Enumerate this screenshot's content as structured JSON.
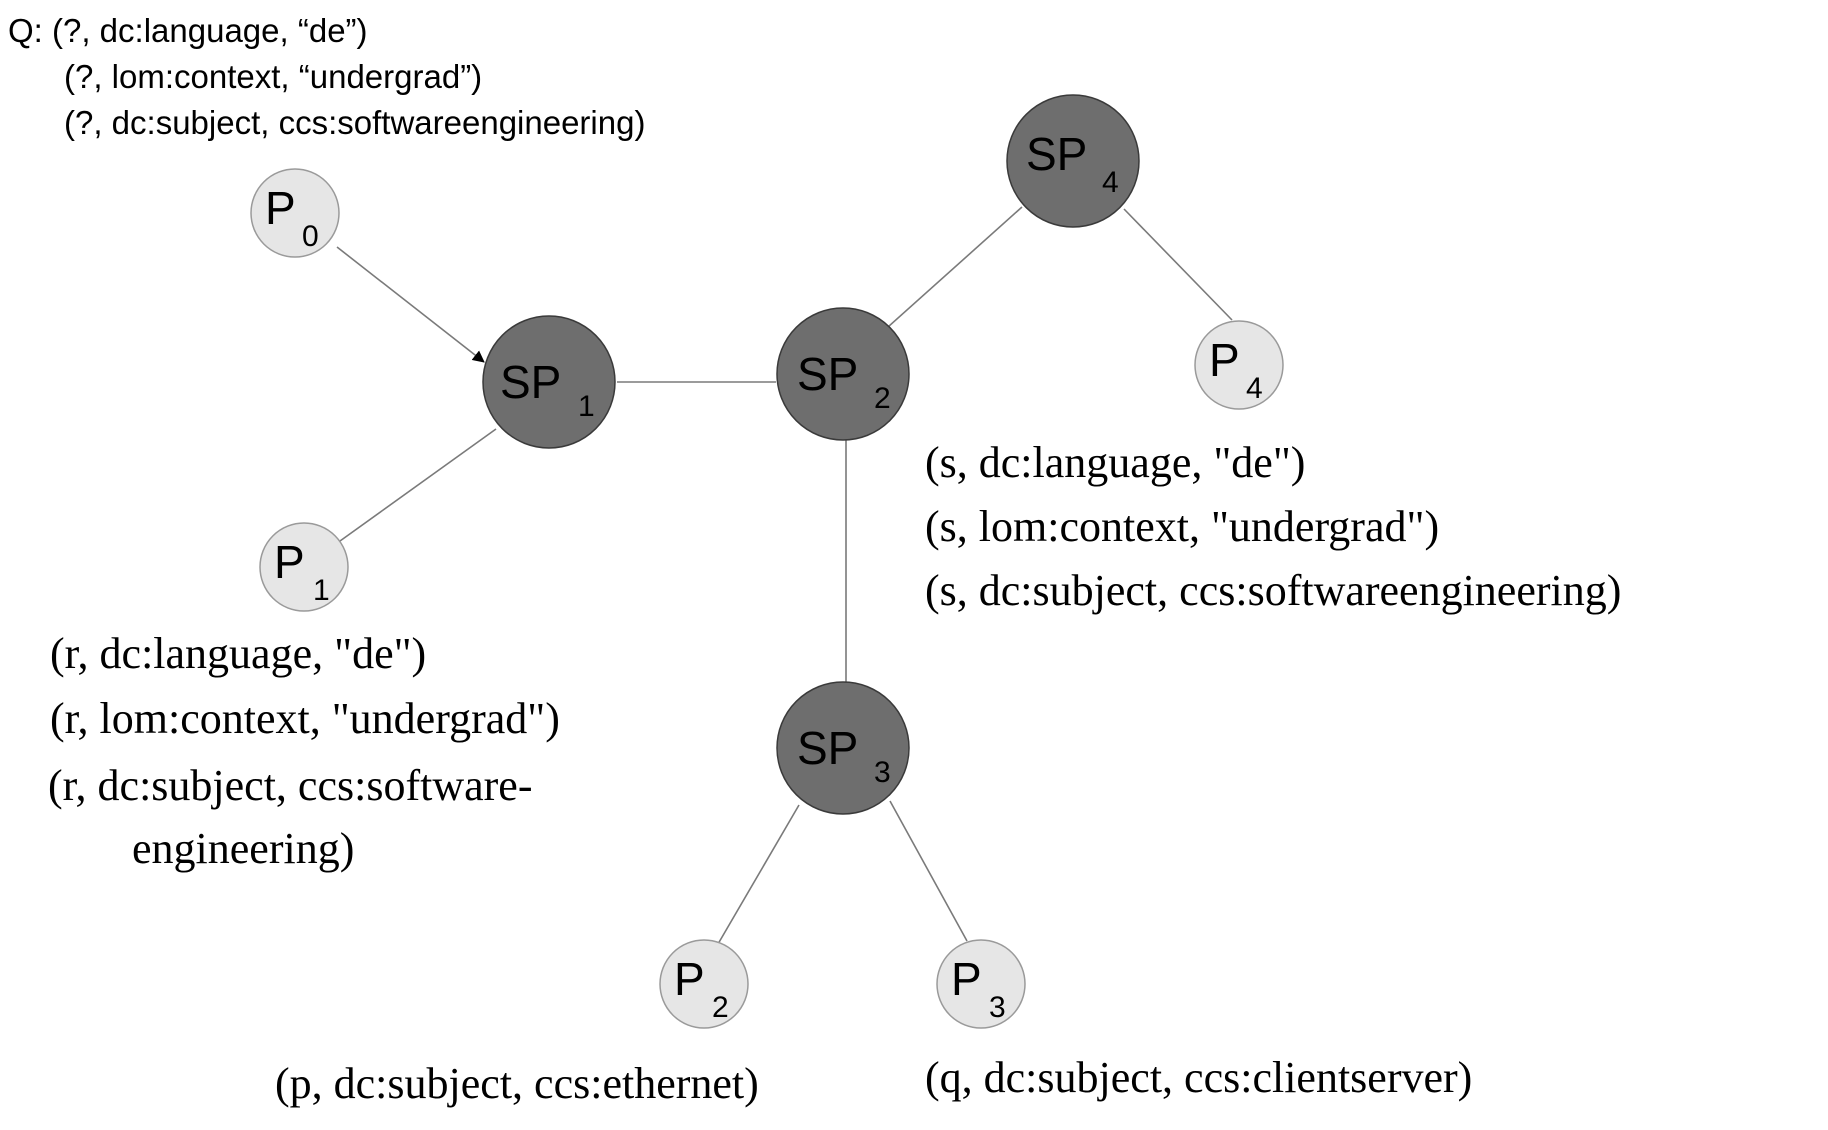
{
  "query": {
    "lines": [
      "Q: (?, dc:language, “de”)",
      "(?, lom:context, “undergrad”)",
      "(?, dc:subject, ccs:softwareengineering)"
    ]
  },
  "nodes": {
    "sp1": {
      "base": "SP",
      "sub": "1"
    },
    "sp2": {
      "base": "SP",
      "sub": "2"
    },
    "sp3": {
      "base": "SP",
      "sub": "3"
    },
    "sp4": {
      "base": "SP",
      "sub": "4"
    },
    "p0": {
      "base": "P",
      "sub": "0"
    },
    "p1": {
      "base": "P",
      "sub": "1"
    },
    "p2": {
      "base": "P",
      "sub": "2"
    },
    "p3": {
      "base": "P",
      "sub": "3"
    },
    "p4": {
      "base": "P",
      "sub": "4"
    }
  },
  "annotations": {
    "sp2": [
      "(s, dc:language,  \"de\")",
      "(s, lom:context, \"undergrad\")",
      "(s, dc:subject, ccs:softwareengineering)"
    ],
    "p1": [
      "(r, dc:language, \"de\")",
      "(r, lom:context, \"undergrad\")",
      "(r, dc:subject, ccs:software-",
      "engineering)"
    ],
    "p2": [
      "(p, dc:subject, ccs:ethernet)"
    ],
    "p3": [
      "(q, dc:subject, ccs:clientserver)"
    ]
  },
  "colors": {
    "super_peer_fill": "#6e6e6e",
    "peer_fill": "#e6e6e6",
    "edge": "#7a7a7a",
    "arrow": "#000000"
  }
}
